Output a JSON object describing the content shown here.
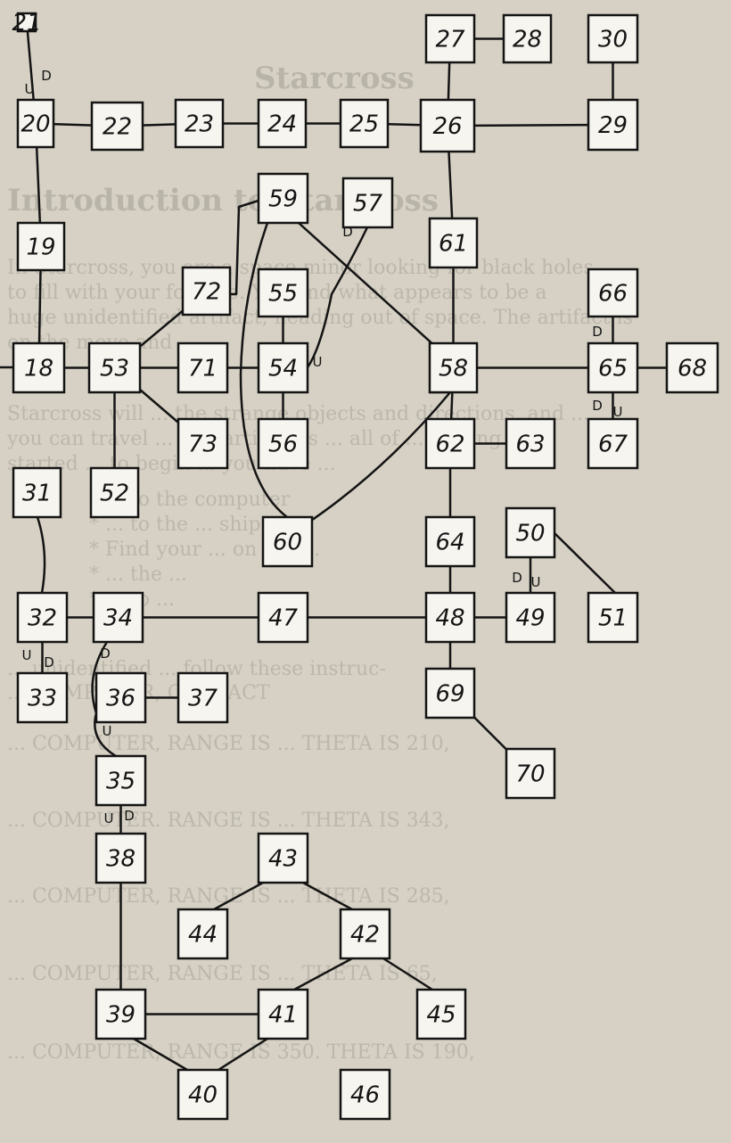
{
  "background": {
    "lines": [
      {
        "text": "Starcross",
        "big": true
      },
      {
        "text": "Introduction to Starcross",
        "big": true
      },
      {
        "text": "In Starcross, you are a space miner looking for black holes"
      },
      {
        "text": "to fill with your fortune. You find what appears to be a"
      },
      {
        "text": "huge unidentified artifact, heading out of space. The artifact is"
      },
      {
        "text": "on the move and ..."
      },
      {
        "text": "Starcross will ... the strange objects and directions, and ..."
      },
      {
        "text": "you can travel ... this artifact is ... all of ... getting"
      },
      {
        "text": "started ... to begin ... you have ..."
      },
      {
        "text": "* ... to the computer"
      },
      {
        "text": "* ... to the ... ship"
      },
      {
        "text": "* Find your ... on the ..."
      },
      {
        "text": "* ... the ..."
      },
      {
        "text": "* ... to ..."
      },
      {
        "text": "... unidentified ... follow these instruc-"
      },
      {
        "text": "... COMPUTER, CONTACT"
      },
      {
        "text": "... COMPUTER, RANGE IS ... THETA IS 210,"
      },
      {
        "text": "... COMPUTER. RANGE IS ... THETA IS 343,"
      },
      {
        "text": "... COMPUTER, RANGE IS ... THETA IS 285,"
      },
      {
        "text": "... COMPUTER, RANGE IS ... THETA IS 65,"
      },
      {
        "text": "... COMPUTER, RANGE IS 350. THETA IS 190,"
      }
    ]
  },
  "rooms": [
    {
      "id": "21",
      "label": "21"
    },
    {
      "id": "20",
      "label": "20"
    },
    {
      "id": "22",
      "label": "22"
    },
    {
      "id": "23",
      "label": "23"
    },
    {
      "id": "24",
      "label": "24"
    },
    {
      "id": "25",
      "label": "25"
    },
    {
      "id": "26",
      "label": "26"
    },
    {
      "id": "27",
      "label": "27"
    },
    {
      "id": "28",
      "label": "28"
    },
    {
      "id": "30",
      "label": "30"
    },
    {
      "id": "29",
      "label": "29"
    },
    {
      "id": "19",
      "label": "19"
    },
    {
      "id": "59",
      "label": "59"
    },
    {
      "id": "57",
      "label": "57"
    },
    {
      "id": "61",
      "label": "61"
    },
    {
      "id": "72",
      "label": "72"
    },
    {
      "id": "55",
      "label": "55"
    },
    {
      "id": "66",
      "label": "66"
    },
    {
      "id": "18",
      "label": "18"
    },
    {
      "id": "53",
      "label": "53"
    },
    {
      "id": "71",
      "label": "71"
    },
    {
      "id": "54",
      "label": "54"
    },
    {
      "id": "58",
      "label": "58"
    },
    {
      "id": "65",
      "label": "65"
    },
    {
      "id": "68",
      "label": "68"
    },
    {
      "id": "73",
      "label": "73"
    },
    {
      "id": "56",
      "label": "56"
    },
    {
      "id": "62",
      "label": "62"
    },
    {
      "id": "63",
      "label": "63"
    },
    {
      "id": "67",
      "label": "67"
    },
    {
      "id": "31",
      "label": "31"
    },
    {
      "id": "52",
      "label": "52"
    },
    {
      "id": "60",
      "label": "60"
    },
    {
      "id": "64",
      "label": "64"
    },
    {
      "id": "50",
      "label": "50"
    },
    {
      "id": "32",
      "label": "32"
    },
    {
      "id": "34",
      "label": "34"
    },
    {
      "id": "47",
      "label": "47"
    },
    {
      "id": "48",
      "label": "48"
    },
    {
      "id": "49",
      "label": "49"
    },
    {
      "id": "51",
      "label": "51"
    },
    {
      "id": "33",
      "label": "33"
    },
    {
      "id": "36",
      "label": "36"
    },
    {
      "id": "37",
      "label": "37"
    },
    {
      "id": "69",
      "label": "69"
    },
    {
      "id": "35",
      "label": "35"
    },
    {
      "id": "70",
      "label": "70"
    },
    {
      "id": "38",
      "label": "38"
    },
    {
      "id": "43",
      "label": "43"
    },
    {
      "id": "44",
      "label": "44"
    },
    {
      "id": "42",
      "label": "42"
    },
    {
      "id": "39",
      "label": "39"
    },
    {
      "id": "41",
      "label": "41"
    },
    {
      "id": "45",
      "label": "45"
    },
    {
      "id": "40",
      "label": "40"
    },
    {
      "id": "46",
      "label": "46"
    }
  ],
  "direction_labels": [
    {
      "text": "U"
    },
    {
      "text": "D"
    },
    {
      "text": "D"
    },
    {
      "text": "U"
    },
    {
      "text": "D"
    },
    {
      "text": "D"
    },
    {
      "text": "U"
    },
    {
      "text": "D"
    },
    {
      "text": "U"
    },
    {
      "text": "U"
    },
    {
      "text": "D"
    },
    {
      "text": "D"
    },
    {
      "text": "U"
    },
    {
      "text": "U"
    },
    {
      "text": "D"
    }
  ]
}
